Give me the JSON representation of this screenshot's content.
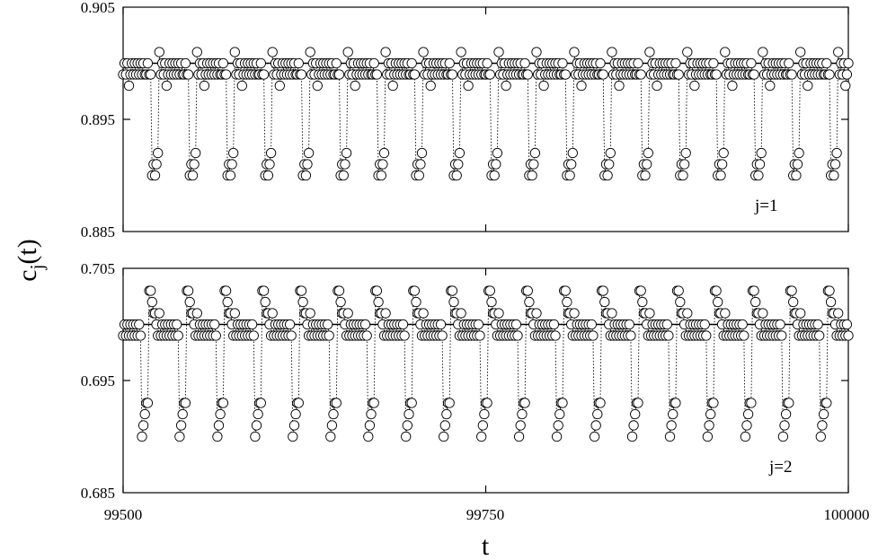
{
  "chart_data": [
    {
      "type": "scatter",
      "panel_label": "j=1",
      "ylim": [
        0.885,
        0.905
      ],
      "y_ticks": [
        "0.905",
        "0.895",
        "0.885"
      ],
      "reference_line": 0.9,
      "period": 26,
      "x_start": 99500,
      "x_end": 100000,
      "cycle_pattern": [
        0.899,
        0.9,
        0.899,
        0.9,
        0.898,
        0.899,
        0.9,
        0.899,
        0.9,
        0.899,
        0.9,
        0.899,
        0.9,
        0.899,
        0.9,
        0.899,
        0.899,
        0.9,
        0.899,
        0.899,
        0.89,
        0.891,
        0.89,
        0.891,
        0.892,
        0.901
      ]
    },
    {
      "type": "scatter",
      "panel_label": "j=2",
      "ylim": [
        0.685,
        0.705
      ],
      "y_ticks": [
        "0.705",
        "0.695",
        "0.685"
      ],
      "reference_line": 0.7,
      "period": 26,
      "x_start": 99500,
      "x_end": 100000,
      "cycle_pattern": [
        0.699,
        0.7,
        0.699,
        0.7,
        0.699,
        0.7,
        0.699,
        0.7,
        0.699,
        0.7,
        0.699,
        0.7,
        0.699,
        0.69,
        0.691,
        0.692,
        0.693,
        0.693,
        0.703,
        0.703,
        0.702,
        0.701,
        0.701,
        0.7,
        0.699,
        0.701
      ]
    }
  ],
  "x_ticks": [
    "99500",
    "99750",
    "100000"
  ],
  "xlabel": "t",
  "ylabel_main": "c",
  "ylabel_sub": "j",
  "ylabel_tail": "(t)"
}
